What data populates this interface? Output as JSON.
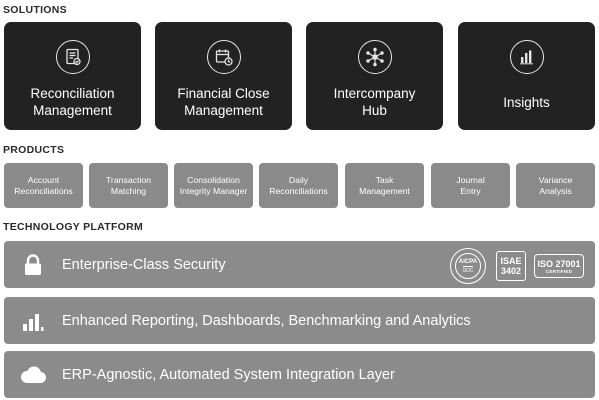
{
  "sections": {
    "solutions": "SOLUTIONS",
    "products": "PRODUCTS",
    "platform": "TECHNOLOGY PLATFORM"
  },
  "solutions": [
    {
      "label": "Reconciliation\nManagement",
      "icon": "document-check-icon"
    },
    {
      "label": "Financial Close\nManagement",
      "icon": "calendar-clock-icon"
    },
    {
      "label": "Intercompany\nHub",
      "icon": "network-hub-icon"
    },
    {
      "label": "Insights",
      "icon": "bar-chart-icon"
    }
  ],
  "products": [
    "Account\nReconciliations",
    "Transaction\nMatching",
    "Consolidation\nIntegrity Manager",
    "Daily\nReconciliations",
    "Task\nManagement",
    "Journal\nEntry",
    "Variance\nAnalysis"
  ],
  "platform": [
    {
      "label": "Enterprise-Class Security",
      "icon": "lock-icon"
    },
    {
      "label": "Enhanced Reporting, Dashboards, Benchmarking and Analytics",
      "icon": "bar-chart-icon"
    },
    {
      "label": "ERP-Agnostic, Automated System Integration Layer",
      "icon": "cloud-icon"
    }
  ],
  "certifications": {
    "aicpa_top": "AICPA",
    "aicpa_bottom": "SOC",
    "isae_line1": "ISAE",
    "isae_line2": "3402",
    "iso_line1": "ISO 27001",
    "iso_line2": "CERTIFIED"
  },
  "colors": {
    "solution_card": "#222222",
    "product_card": "#8a8a8a",
    "platform_band": "#8b8b8b",
    "text_on_dark": "#ffffff"
  }
}
